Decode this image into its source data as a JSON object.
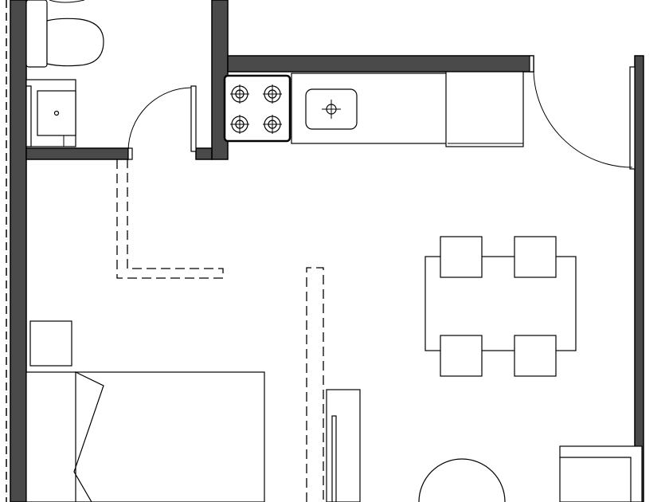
{
  "plan": {
    "colors": {
      "wall": "#4a4a4a",
      "line": "#000000",
      "background": "#ffffff"
    },
    "rooms": [
      "bathroom",
      "kitchen",
      "living-dining",
      "bedroom"
    ],
    "furniture": [
      "toilet",
      "bathroom-sink",
      "stove",
      "kitchen-sink",
      "refrigerator",
      "dining-table",
      "dining-chair",
      "bed",
      "nightstand",
      "wardrobe",
      "round-table",
      "armchair"
    ],
    "doors": [
      "bathroom-door",
      "entry-door"
    ]
  }
}
